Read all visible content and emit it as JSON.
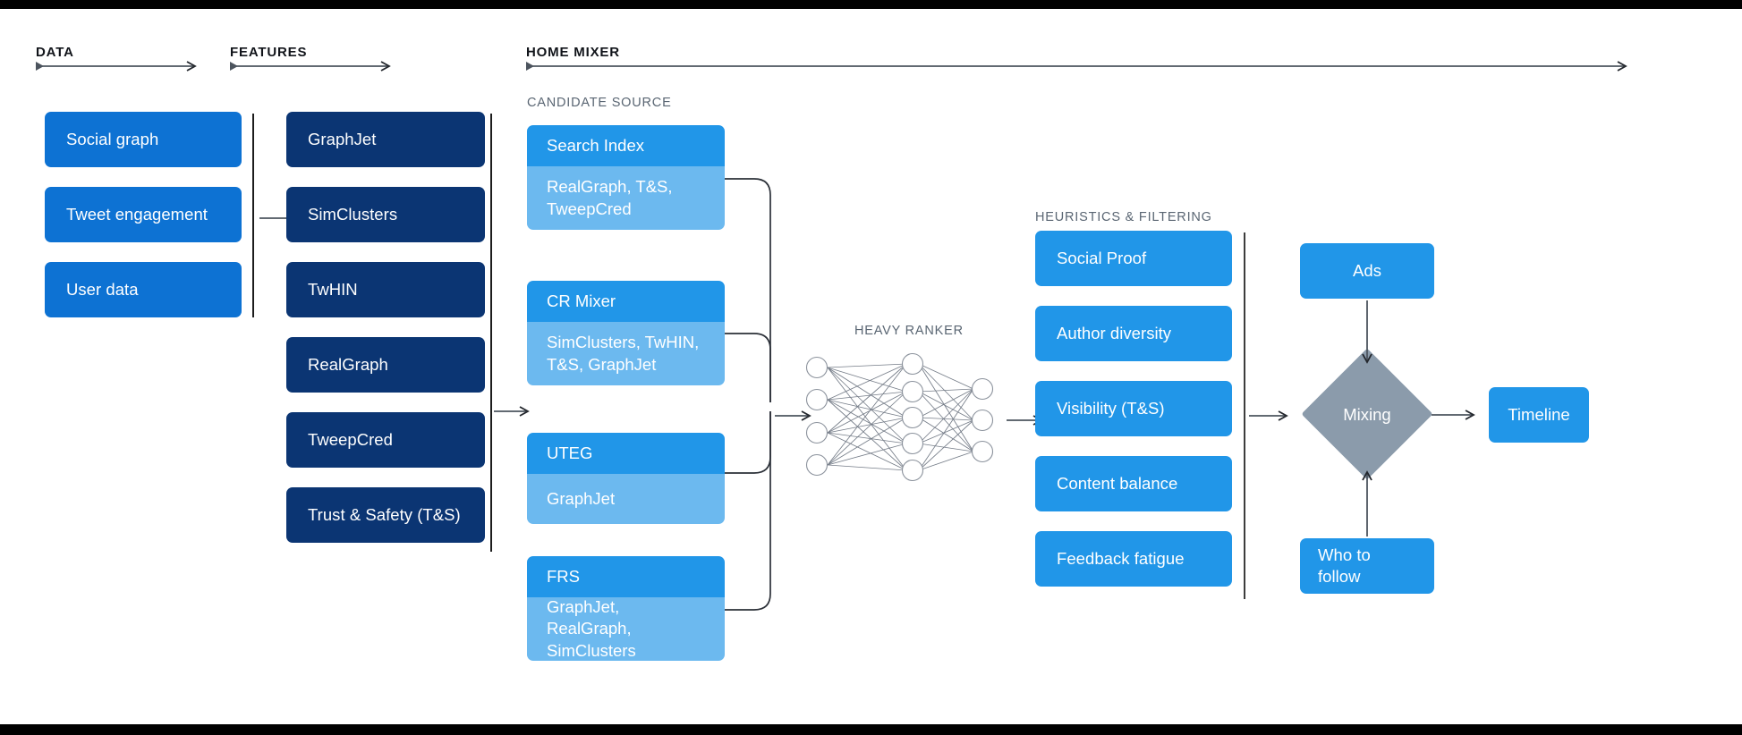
{
  "sections": {
    "data": {
      "title": "DATA"
    },
    "features": {
      "title": "FEATURES"
    },
    "home_mixer": {
      "title": "HOME MIXER"
    },
    "candidate_source": {
      "title": "CANDIDATE SOURCE"
    },
    "heavy_ranker": {
      "title": "HEAVY RANKER"
    },
    "heuristics": {
      "title": "HEURISTICS & FILTERING"
    }
  },
  "data_boxes": [
    {
      "label": "Social graph"
    },
    {
      "label": "Tweet engagement"
    },
    {
      "label": "User data"
    }
  ],
  "feature_boxes": [
    {
      "label": "GraphJet"
    },
    {
      "label": "SimClusters"
    },
    {
      "label": "TwHIN"
    },
    {
      "label": "RealGraph"
    },
    {
      "label": "TweepCred"
    },
    {
      "label": "Trust & Safety (T&S)"
    }
  ],
  "candidate_sources": [
    {
      "name": "Search Index",
      "features": "RealGraph, T&S, TweepCred"
    },
    {
      "name": "CR Mixer",
      "features": "SimClusters, TwHIN, T&S, GraphJet"
    },
    {
      "name": "UTEG",
      "features": "GraphJet"
    },
    {
      "name": "FRS",
      "features": "GraphJet, RealGraph, SimClusters"
    }
  ],
  "heuristic_boxes": [
    {
      "label": "Social Proof"
    },
    {
      "label": "Author diversity"
    },
    {
      "label": "Visibility (T&S)"
    },
    {
      "label": "Content balance"
    },
    {
      "label": "Feedback fatigue"
    }
  ],
  "outputs": {
    "ads": "Ads",
    "who_to_follow": "Who to follow",
    "mixing": "Mixing",
    "timeline": "Timeline"
  },
  "neural_network": {
    "input_nodes": 4,
    "hidden_nodes": 5,
    "output_nodes": 3
  },
  "colors": {
    "data_blue": "#0d72d3",
    "feature_navy": "#0b3573",
    "source_blue": "#2196e8",
    "source_light": "#6cb9ef",
    "mixing_gray": "#8b9bab",
    "rule_gray": "#5a6673",
    "heading_dark": "#11141a"
  }
}
